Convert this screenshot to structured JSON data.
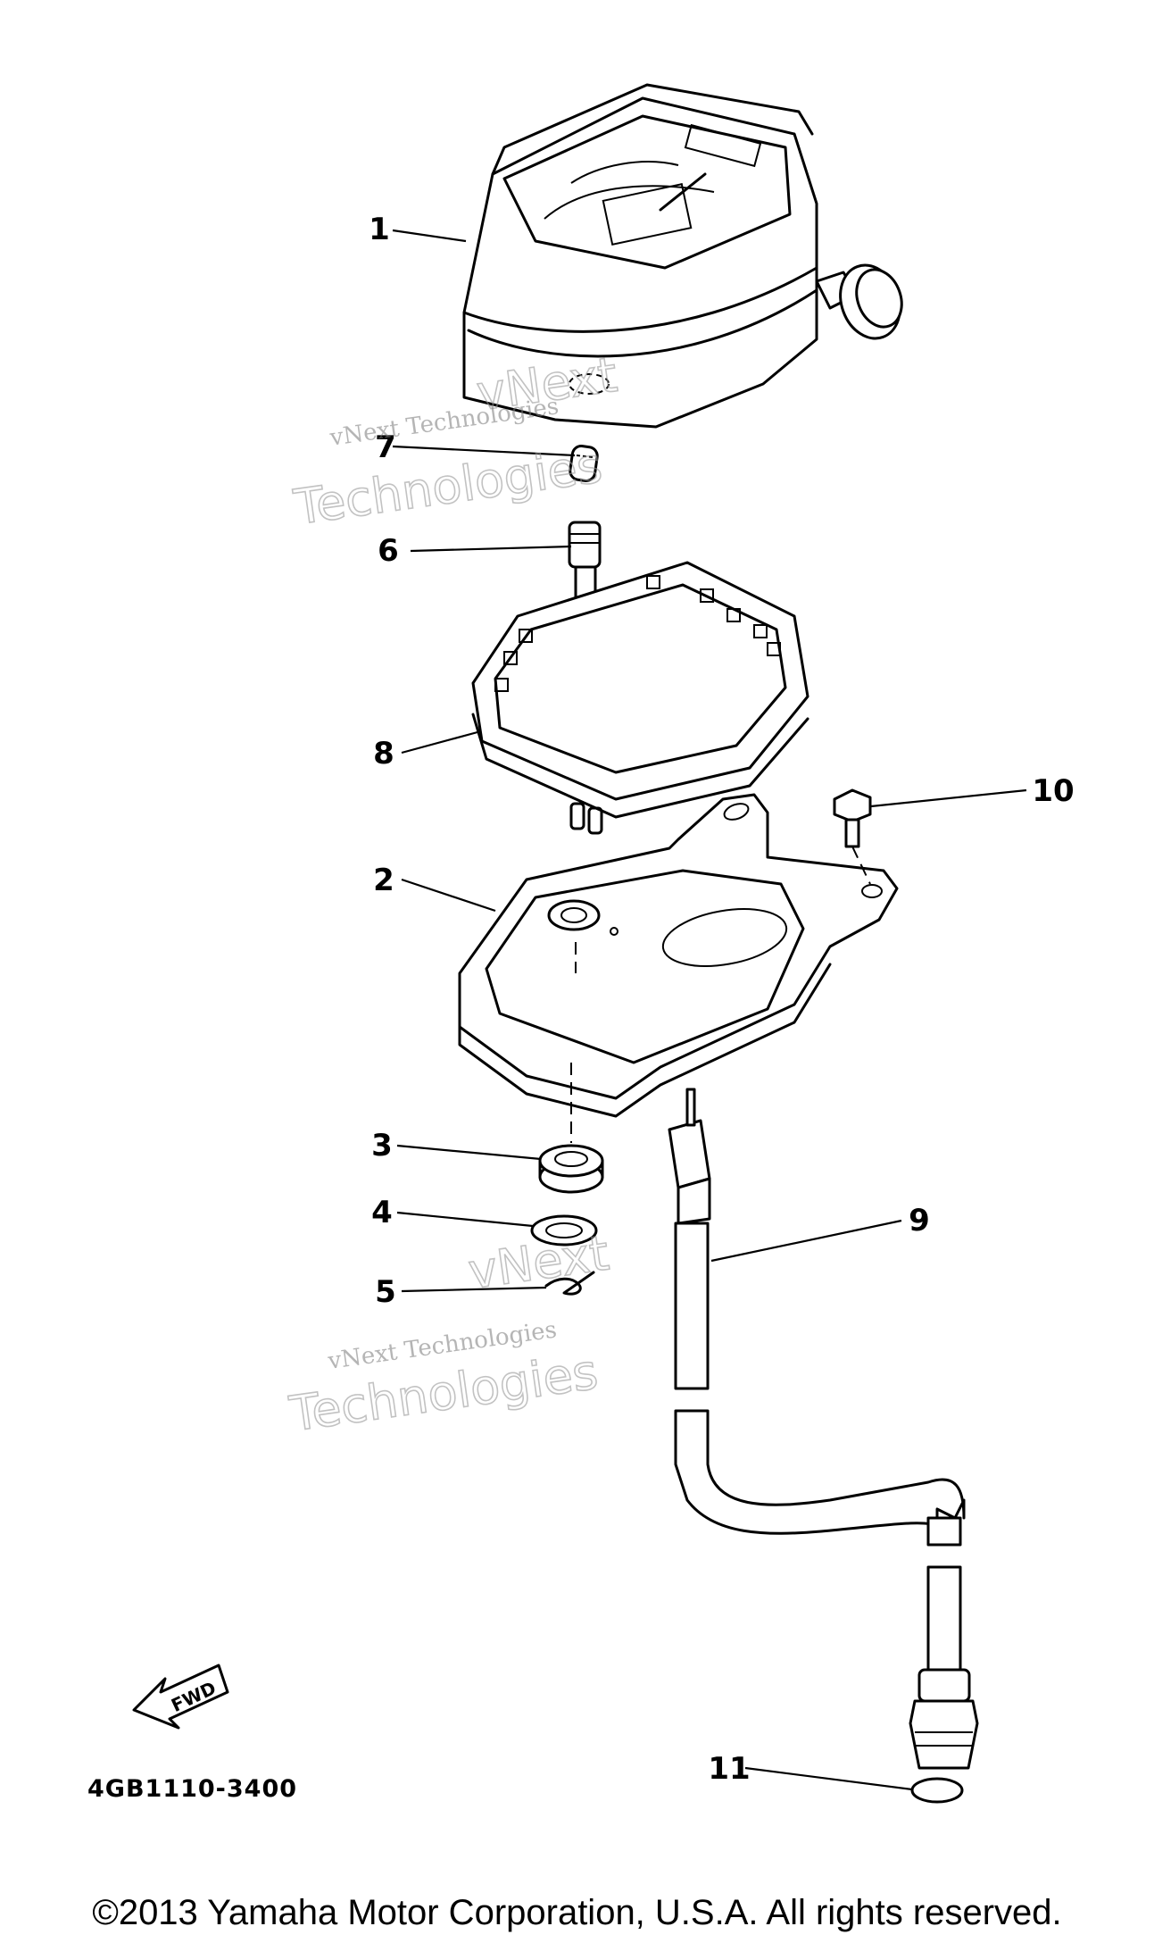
{
  "callouts": [
    "1",
    "2",
    "3",
    "4",
    "5",
    "6",
    "7",
    "8",
    "9",
    "10",
    "11"
  ],
  "part_code": "4GB1110-3400",
  "direction_label": "FWD",
  "watermark": {
    "line1": "vNext Technologies",
    "outline_top": "vNext",
    "outline_bottom": "Technologies"
  },
  "copyright": "©2013 Yamaha Motor Corporation, U.S.A. All rights reserved."
}
